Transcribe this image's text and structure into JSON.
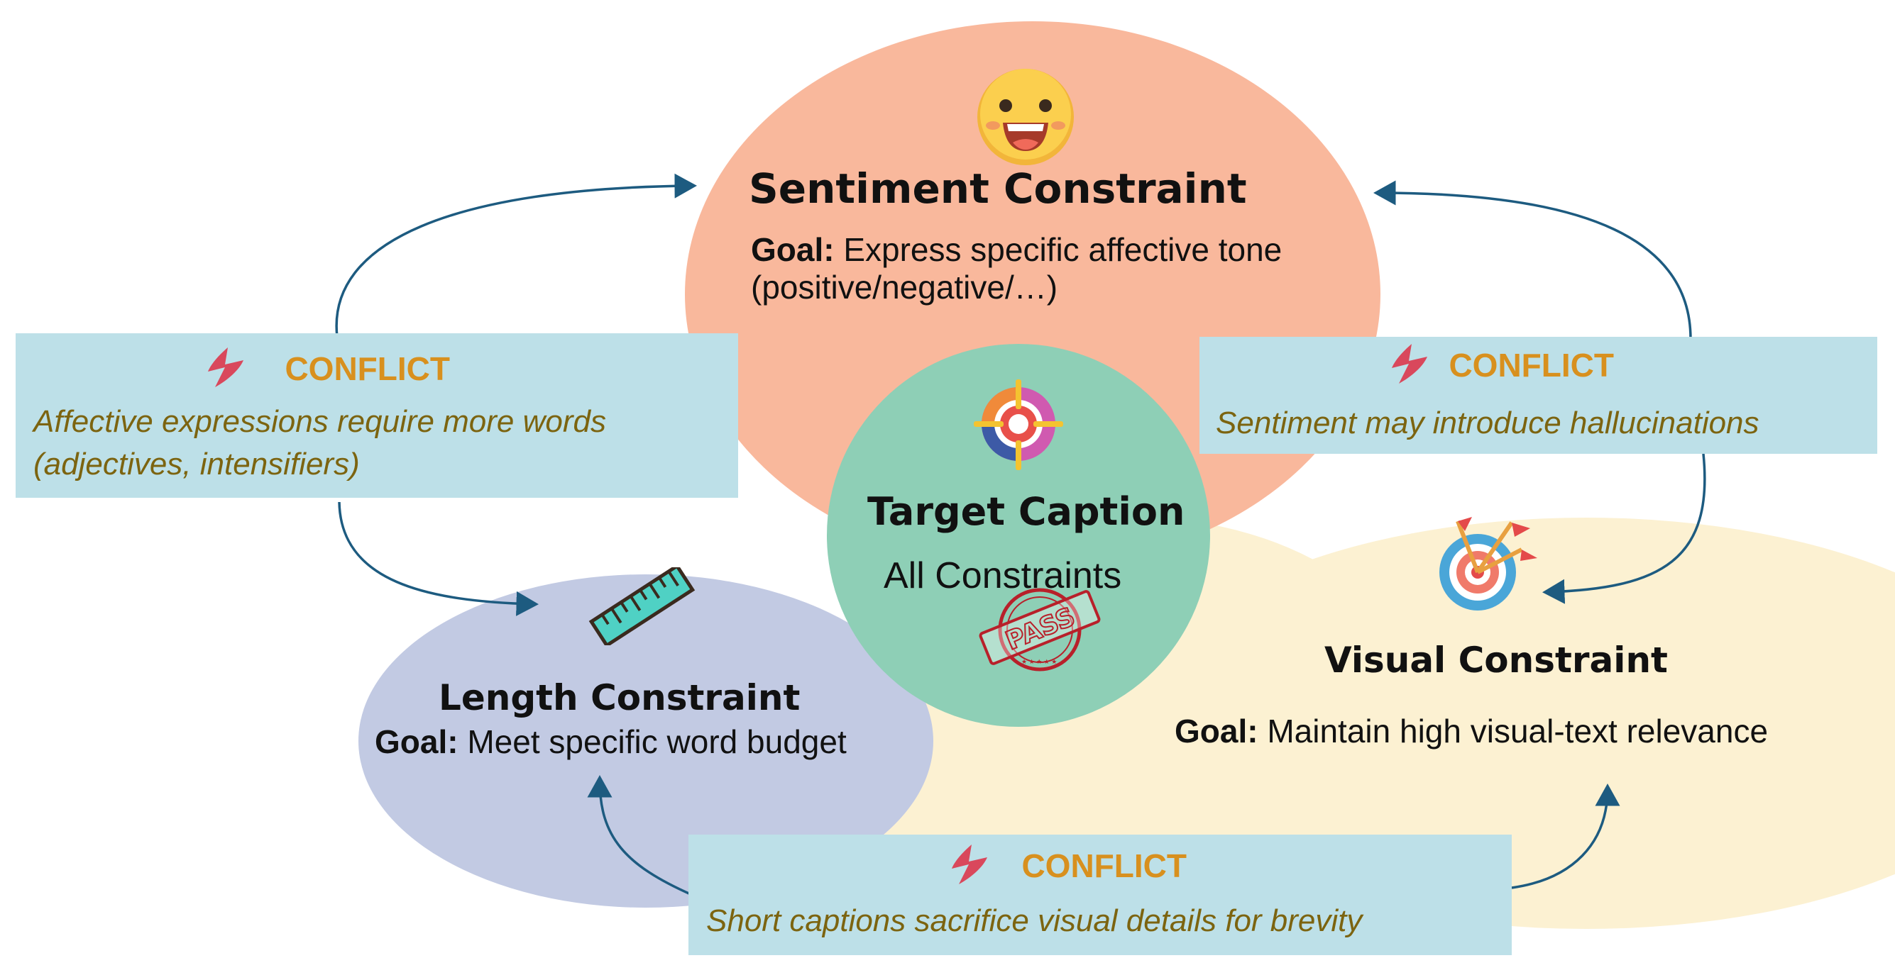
{
  "sentiment": {
    "title": "Sentiment Constraint",
    "goal_label": "Goal:",
    "goal_line1": "Express specific affective tone",
    "goal_line2": "(positive/negative/…)",
    "icon": "smiley-face-icon",
    "color": "#f9b89c"
  },
  "length": {
    "title": "Length Constraint",
    "goal_label": "Goal:",
    "goal_text": "Meet specific word budget",
    "icon": "ruler-icon",
    "color": "#c2cae3"
  },
  "visual": {
    "title": "Visual Constraint",
    "goal_label": "Goal:",
    "goal_text": "Maintain high visual-text relevance",
    "icon": "bullseye-flags-icon",
    "color": "#fcf1d2"
  },
  "target": {
    "title": "Target Caption",
    "subtitle": "All Constraints",
    "stamp": "PASS",
    "icon": "target-crosshair-icon",
    "color": "#8ecfb6"
  },
  "conflicts": {
    "left": {
      "label": "CONFLICT",
      "line1": "Affective expressions require more words",
      "line2": "(adjectives, intensifiers)"
    },
    "right": {
      "label": "CONFLICT",
      "line1": "Sentiment may introduce hallucinations"
    },
    "bottom": {
      "label": "CONFLICT",
      "line1": "Short captions sacrifice visual details for brevity"
    }
  },
  "colors": {
    "conflict_box": "#bde0e8",
    "conflict_label": "#d8901e",
    "conflict_text": "#7c6410",
    "bolt": "#d9485c",
    "arrow": "#1d5b80"
  }
}
